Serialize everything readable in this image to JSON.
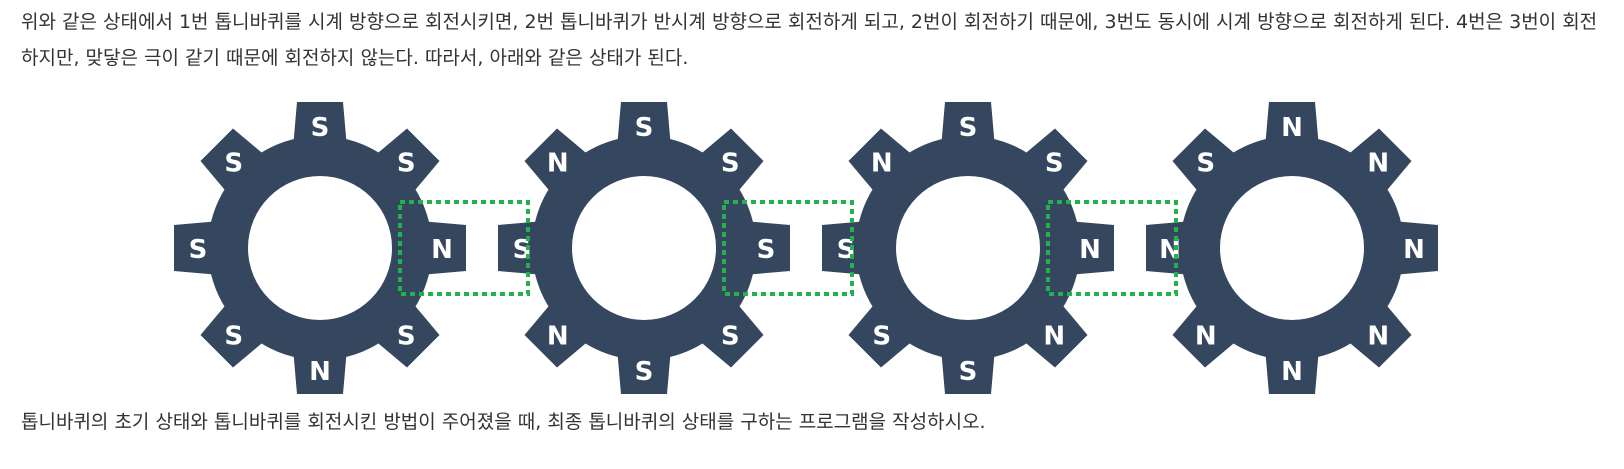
{
  "text": {
    "intro": "위와 같은 상태에서 1번 톱니바퀴를 시계 방향으로 회전시키면, 2번 톱니바퀴가 반시계 방향으로 회전하게 되고, 2번이 회전하기 때문에, 3번도 동시에 시계 방향으로 회전하게 된다. 4번은 3번이 회전하지만, 맞닿은 극이 같기 때문에 회전하지 않는다. 따라서, 아래와 같은 상태가 된다.",
    "task": "톱니바퀴의 초기 상태와 톱니바퀴를 회전시킨 방법이 주어졌을 때, 최종 톱니바퀴의 상태를 구하는 프로그램을 작성하시오."
  },
  "figure": {
    "colors": {
      "gear": "#34475e",
      "pole_text": "#ffffff",
      "contact_box": "#22b14c"
    },
    "gears": [
      {
        "poles": [
          "S",
          "S",
          "N",
          "S",
          "N",
          "S",
          "S",
          "S"
        ]
      },
      {
        "poles": [
          "S",
          "S",
          "S",
          "S",
          "S",
          "N",
          "S",
          "N"
        ]
      },
      {
        "poles": [
          "S",
          "S",
          "N",
          "N",
          "S",
          "S",
          "S",
          "N"
        ]
      },
      {
        "poles": [
          "N",
          "N",
          "N",
          "N",
          "N",
          "N",
          "N",
          "S"
        ]
      }
    ]
  }
}
